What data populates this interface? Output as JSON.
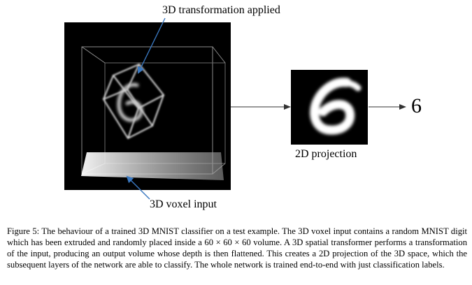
{
  "figure": {
    "label_transform": "3D transformation applied",
    "label_projection": "2D projection",
    "label_voxel": "3D voxel input",
    "output_digit": "6"
  },
  "caption": {
    "prefix": "Figure 5:",
    "text": " The behaviour of a trained 3D MNIST classifier on a test example. The 3D voxel input contains a random MNIST digit which has been extruded and randomly placed inside a 60 × 60 × 60 volume. A 3D spatial transformer performs a transformation of the input, producing an output volume whose depth is then flattened. This creates a 2D projection of the 3D space, which the subsequent layers of the network are able to classify. The whole network is trained end-to-end with just classification labels."
  },
  "colors": {
    "arrow_blue": "#3a78c0",
    "volume_bg": "#000000",
    "wire": "#d8d8d8"
  }
}
